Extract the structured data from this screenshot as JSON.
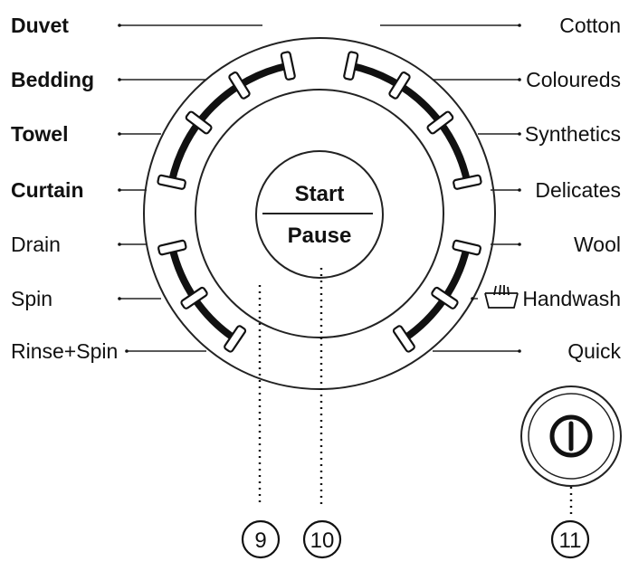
{
  "dial": {
    "left_programs": [
      {
        "label": "Duvet",
        "bold": true
      },
      {
        "label": "Bedding",
        "bold": true
      },
      {
        "label": "Towel",
        "bold": true
      },
      {
        "label": "Curtain",
        "bold": true
      },
      {
        "label": "Drain",
        "bold": false
      },
      {
        "label": "Spin",
        "bold": false
      },
      {
        "label": "Rinse+Spin",
        "bold": false
      }
    ],
    "right_programs": [
      {
        "label": "Cotton",
        "icon": ""
      },
      {
        "label": "Coloureds",
        "icon": ""
      },
      {
        "label": "Synthetics",
        "icon": ""
      },
      {
        "label": "Delicates",
        "icon": ""
      },
      {
        "label": "Wool",
        "icon": ""
      },
      {
        "label": "Handwash",
        "icon": "handwash-icon"
      },
      {
        "label": "Quick",
        "icon": ""
      }
    ]
  },
  "start_pause": {
    "line1": "Start",
    "line2": "Pause"
  },
  "callouts": {
    "dial": "9",
    "start_pause": "10",
    "power": "11"
  },
  "power_button": {
    "icon": "power-icon"
  }
}
